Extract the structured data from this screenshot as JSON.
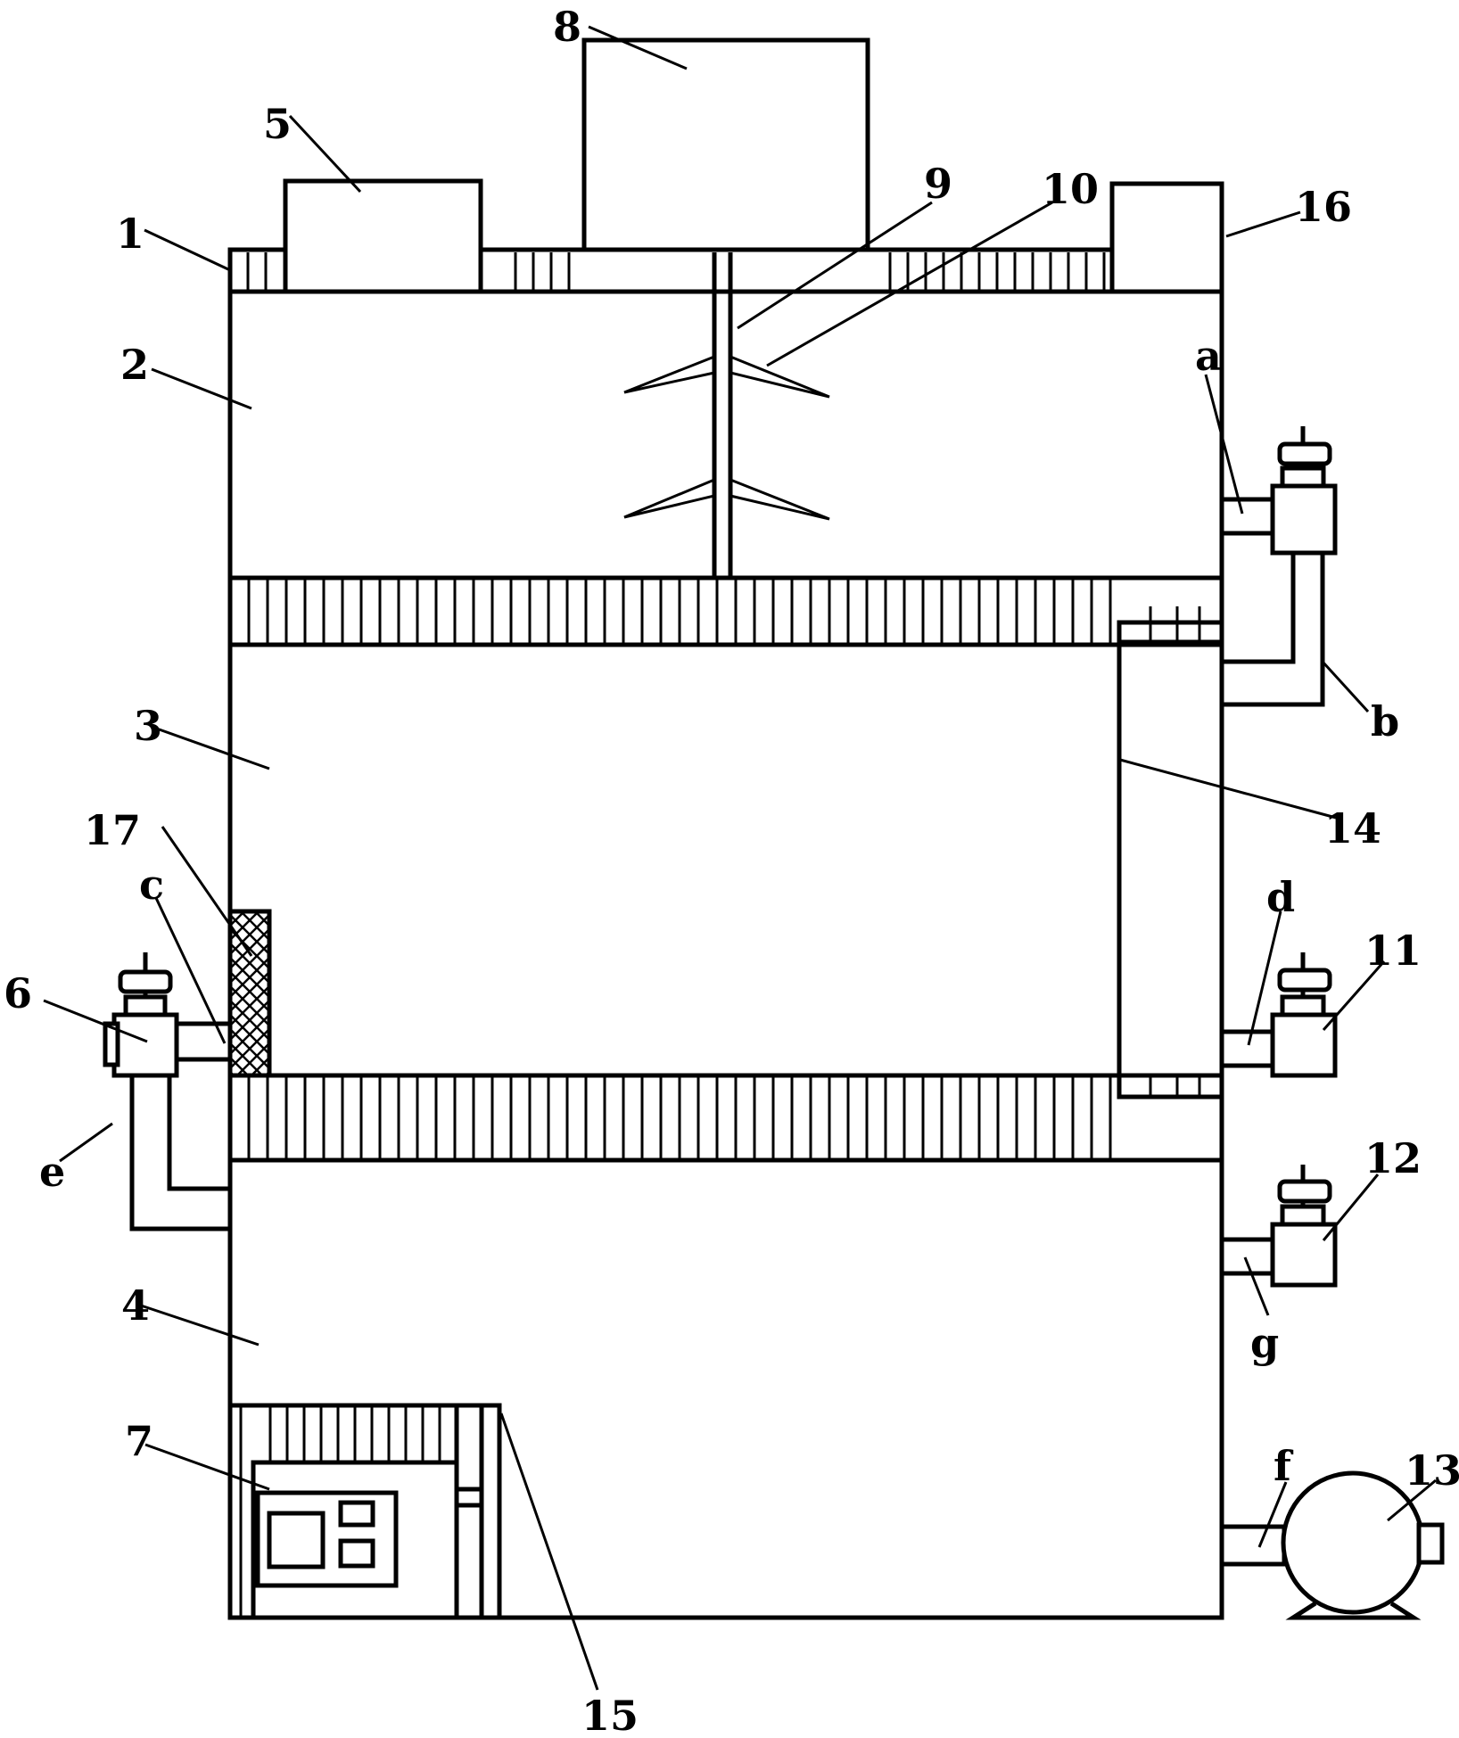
{
  "labels": {
    "n1": "1",
    "n2": "2",
    "n3": "3",
    "n4": "4",
    "n5": "5",
    "n6": "6",
    "n7": "7",
    "n8": "8",
    "n9": "9",
    "n10": "10",
    "n11": "11",
    "n12": "12",
    "n13": "13",
    "n14": "14",
    "n15": "15",
    "n16": "16",
    "n17": "17",
    "a": "a",
    "b": "b",
    "c": "c",
    "d": "d",
    "e": "e",
    "f": "f",
    "g": "g"
  }
}
